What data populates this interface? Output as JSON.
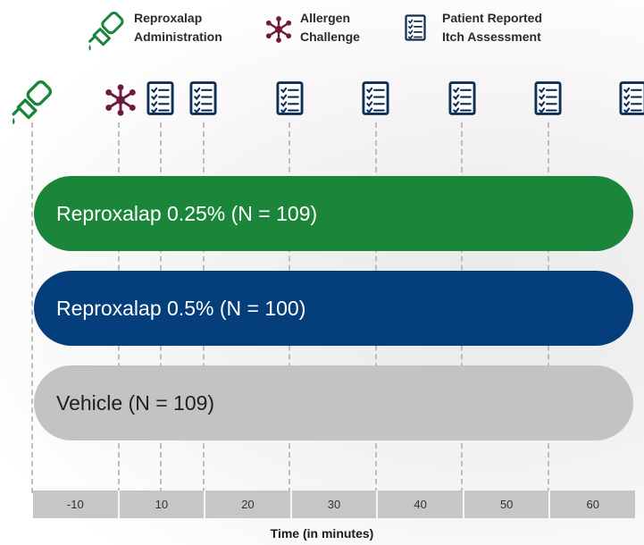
{
  "legend": {
    "drop_label": "Reproxalap\nAdministration",
    "allergen_label": "Allergen\nChallenge",
    "assessment_label": "Patient Reported\nItch Assessment"
  },
  "arms": [
    {
      "label": "Reproxalap 0.25% (N = 109)",
      "color": "#1b8539"
    },
    {
      "label": "Reproxalap 0.5% (N = 100)",
      "color": "#053f7b"
    },
    {
      "label": "Vehicle (N = 109)",
      "color": "#c3c3c3"
    }
  ],
  "axis": {
    "ticks": [
      "-10",
      "10",
      "20",
      "30",
      "40",
      "50",
      "60"
    ],
    "label": "Time (in minutes)"
  },
  "icons": {
    "drop": "eye-drop-bottle-icon",
    "allergen": "allergen-molecule-icon",
    "assessment": "checklist-icon"
  },
  "colors": {
    "drop_icon": "#1b8539",
    "allergen_icon": "#6d1a3d",
    "assessment_icon": "#0f2f57"
  }
}
